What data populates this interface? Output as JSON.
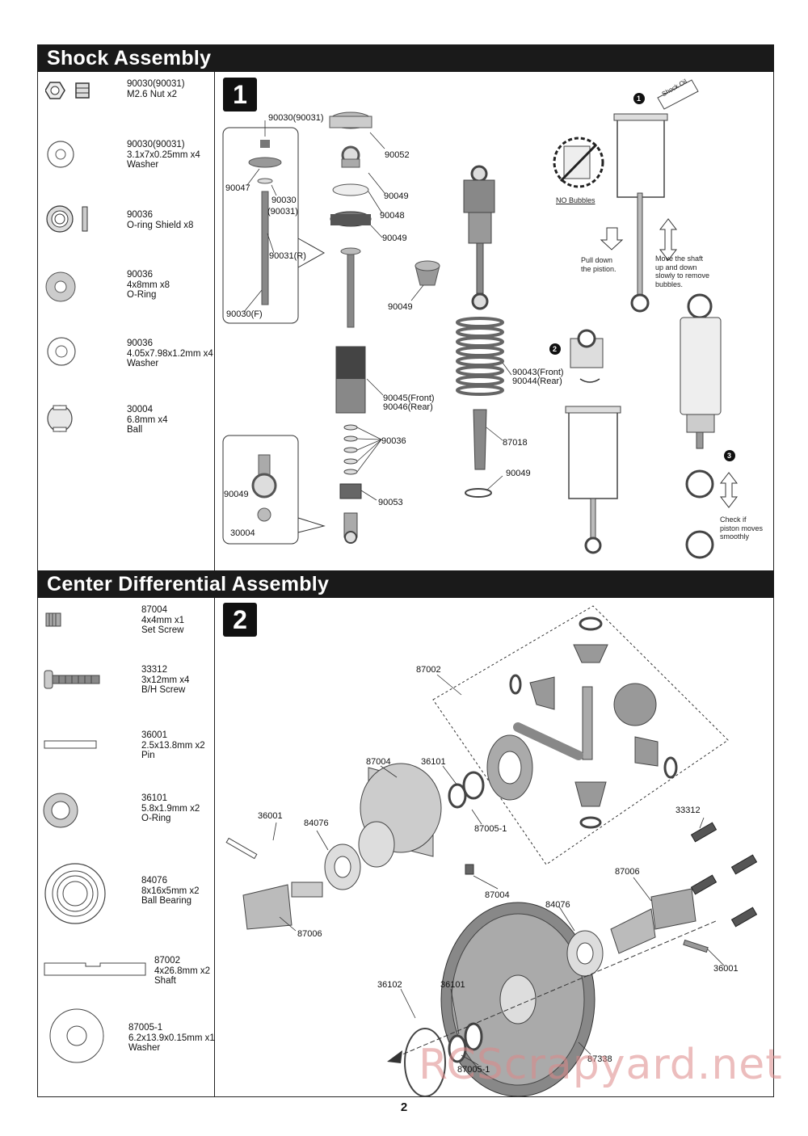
{
  "shock": {
    "title": "Shock Assembly",
    "step": "1",
    "parts": [
      {
        "code": "90030(90031)",
        "size": "M2.6 Nut x2",
        "name": "",
        "icon": "nut-icon"
      },
      {
        "code": "90030(90031)",
        "size": "3.1x7x0.25mm x4",
        "name": "Washer",
        "icon": "washer-icon"
      },
      {
        "code": "90036",
        "size": "O-ring Shield x8",
        "name": "",
        "icon": "oring-shield-icon"
      },
      {
        "code": "90036",
        "size": "4x8mm x8",
        "name": "O-Ring",
        "icon": "oring-icon"
      },
      {
        "code": "90036",
        "size": "4.05x7.98x1.2mm x4",
        "name": "Washer",
        "icon": "washer-icon"
      },
      {
        "code": "30004",
        "size": "6.8mm x4",
        "name": "Ball",
        "icon": "ball-icon"
      }
    ],
    "labels": {
      "l1": "90030(90031)",
      "l2": "90052",
      "l3": "90047",
      "l4": "90030",
      "l5": "(90031)",
      "l6": "90049",
      "l7": "90048",
      "l8": "90049",
      "l9": "90031(R)",
      "l10": "90049",
      "l11": "90030(F)",
      "l12": "90045(Front)",
      "l13": "90046(Rear)",
      "l14": "90036",
      "l15": "90043(Front)",
      "l16": "90044(Rear)",
      "l17": "87018",
      "l18": "90049",
      "l19": "90049",
      "l20": "30004",
      "l21": "90053"
    },
    "notes": {
      "shock_oil": "Shock Oil",
      "no_bubbles": "NO  Bubbles",
      "pull_1": "Pull down",
      "pull_2": "the pistion.",
      "move_1": "Move the shaft",
      "move_2": "up and down",
      "move_3": "slowly to remove",
      "move_4": "bubbles.",
      "check_1": "Check if",
      "check_2": "piston moves",
      "check_3": "smoothly",
      "n1": "1",
      "n2": "2",
      "n3": "3"
    }
  },
  "center": {
    "title": "Center Differential Assembly",
    "step": "2",
    "parts": [
      {
        "code": "87004",
        "size": "4x4mm x1",
        "name": "Set Screw",
        "icon": "set-screw-icon"
      },
      {
        "code": "33312",
        "size": "3x12mm x4",
        "name": "B/H Screw",
        "icon": "screw-icon"
      },
      {
        "code": "36001",
        "size": "2.5x13.8mm x2",
        "name": "Pin",
        "icon": "pin-icon"
      },
      {
        "code": "36101",
        "size": "5.8x1.9mm x2",
        "name": "O-Ring",
        "icon": "oring-icon"
      },
      {
        "code": "84076",
        "size": "8x16x5mm x2",
        "name": "Ball Bearing",
        "icon": "bearing-icon"
      },
      {
        "code": "87002",
        "size": "4x26.8mm x2",
        "name": "Shaft",
        "icon": "shaft-icon"
      },
      {
        "code": "87005-1",
        "size": "6.2x13.9x0.15mm x1",
        "name": "Washer",
        "icon": "washer-icon"
      }
    ],
    "labels": {
      "c1": "87002",
      "c2": "87004",
      "c3": "36101",
      "c4": "33312",
      "c5": "36001",
      "c6": "84076",
      "c7": "87005-1",
      "c8": "87006",
      "c9": "87004",
      "c10": "84076",
      "c11": "87006",
      "c12": "36001",
      "c13": "36102",
      "c14": "36101",
      "c15": "87338",
      "c16": "87005-1"
    }
  },
  "page_number": "2",
  "watermark": "RCScrapyard.net"
}
